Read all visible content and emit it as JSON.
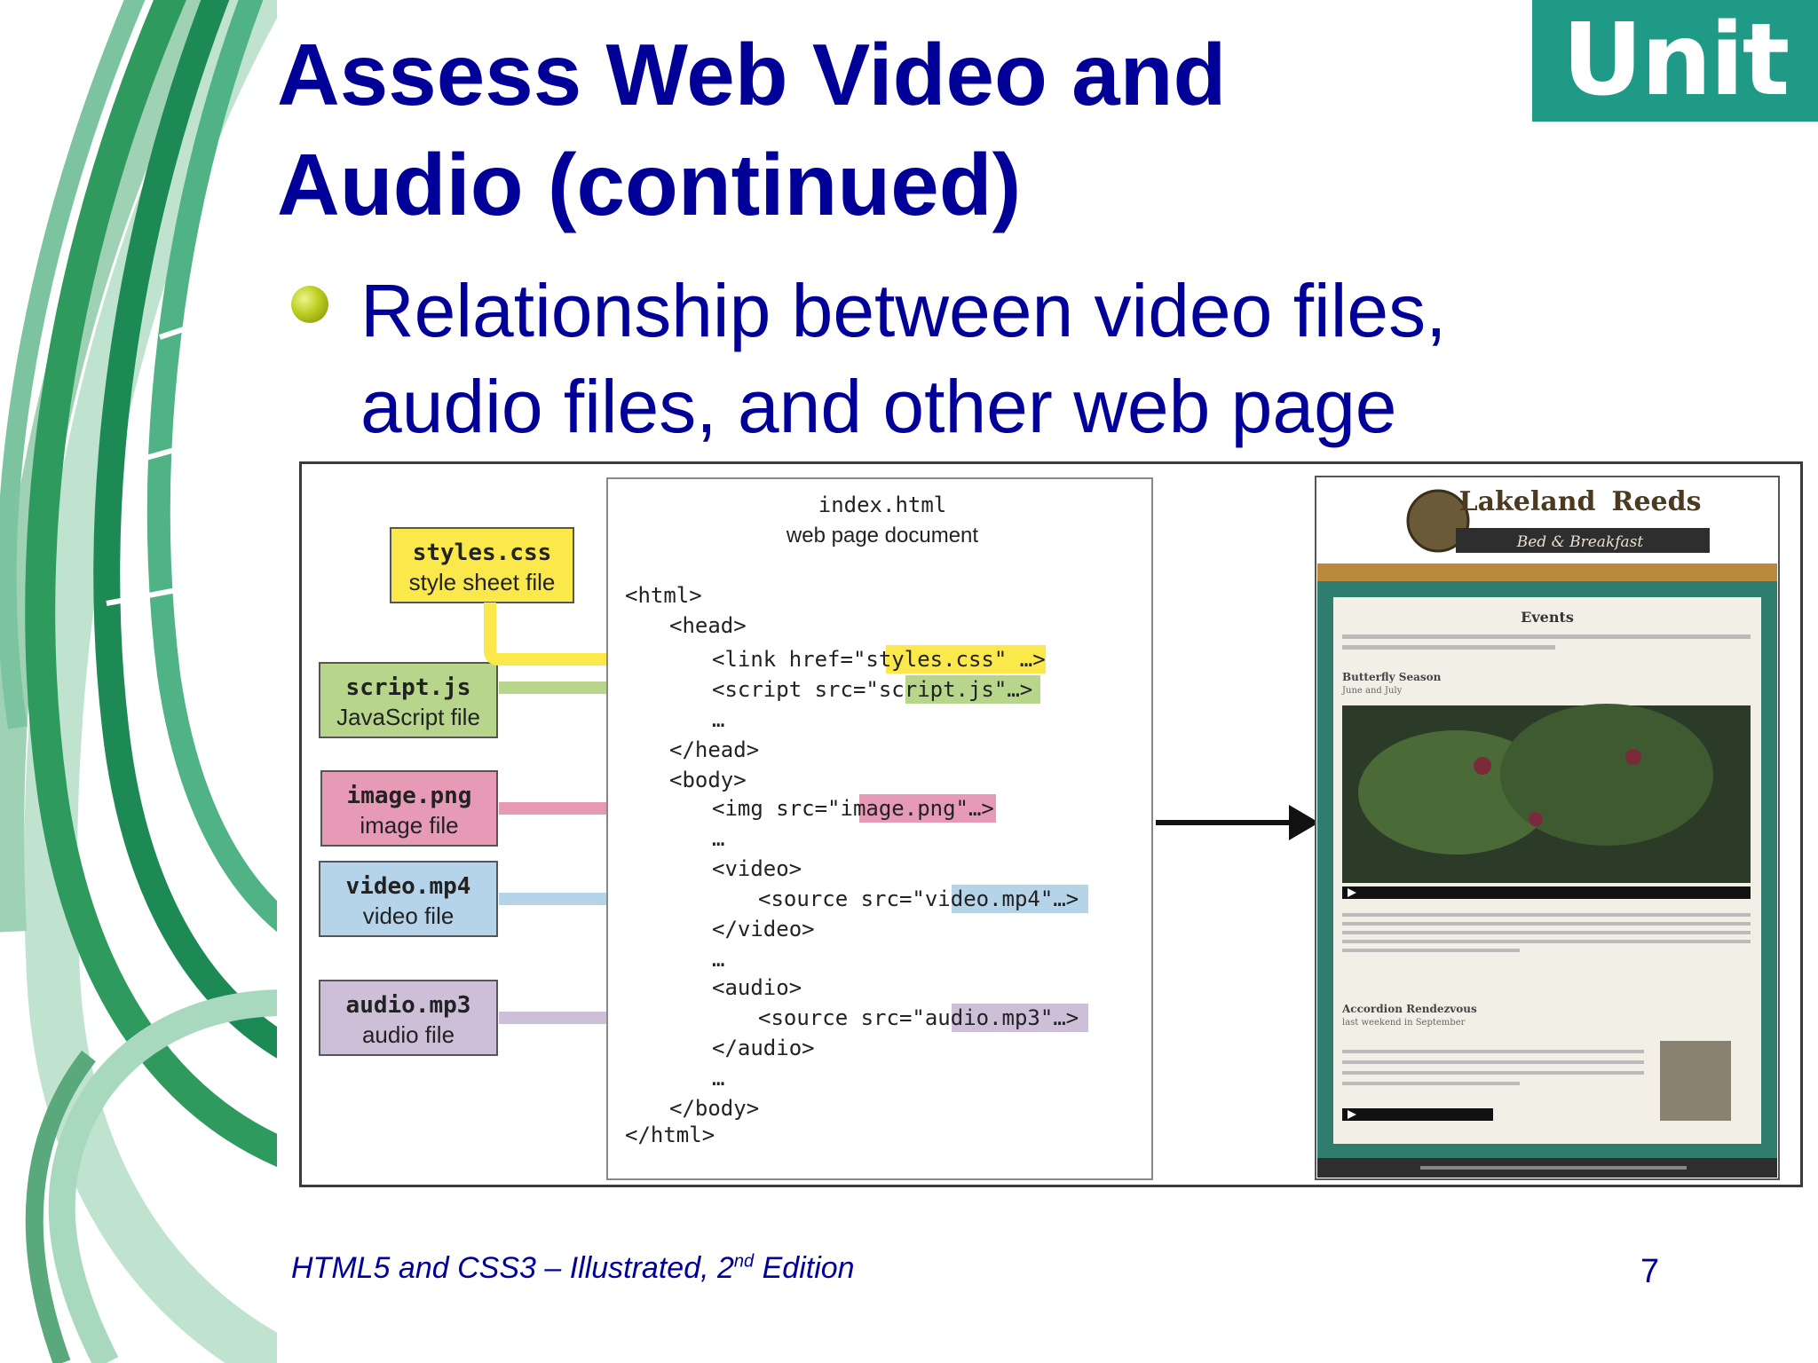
{
  "slide": {
    "title_line1": "Assess Web Video and",
    "title_line2": "Audio (continued)",
    "unit_badge": "Unit L",
    "bullet": {
      "line1": "Relationship between video files,",
      "line2": "audio files, and other web page"
    },
    "footer": {
      "book_title": "HTML5 and CSS3 – Illustrated, 2",
      "book_sup": "nd",
      "book_suffix": " Edition",
      "page_number": "7"
    },
    "colors": {
      "title": "#000099",
      "badge": "#1f9a86",
      "bullet": "#bccc1e"
    }
  },
  "figure": {
    "files": [
      {
        "name": "styles.css",
        "desc": "style sheet file",
        "color": "#fbe84a"
      },
      {
        "name": "script.js",
        "desc": "JavaScript file",
        "color": "#b7d68c"
      },
      {
        "name": "image.png",
        "desc": "image file",
        "color": "#e79ab6"
      },
      {
        "name": "video.mp4",
        "desc": "video file",
        "color": "#b5d3e9"
      },
      {
        "name": "audio.mp3",
        "desc": "audio file",
        "color": "#cdbfd8"
      }
    ],
    "doc": {
      "filename": "index.html",
      "subtitle": "web page document",
      "lines": [
        "<html>",
        "<head>",
        "<link href=\"styles.css\" …>",
        "<script src=\"script.js\"…>",
        "…",
        "</head>",
        "<body>",
        "<img src=\"image.png\"…>",
        "…",
        "<video>",
        "<source src=\"video.mp4\"…>",
        "</video>",
        "…",
        "<audio>",
        "<source src=\"audio.mp3\"…>",
        "</audio>",
        "…",
        "</body>",
        "</html>"
      ]
    },
    "site": {
      "name_part1": "Lakeland",
      "name_part2": "Reeds",
      "tagline": "Bed & Breakfast",
      "heading": "Events",
      "sub1": "Butterfly Season",
      "sub1_date": "June and July",
      "sub2": "Accordion Rendezvous",
      "sub2_date": "last weekend in September"
    }
  }
}
